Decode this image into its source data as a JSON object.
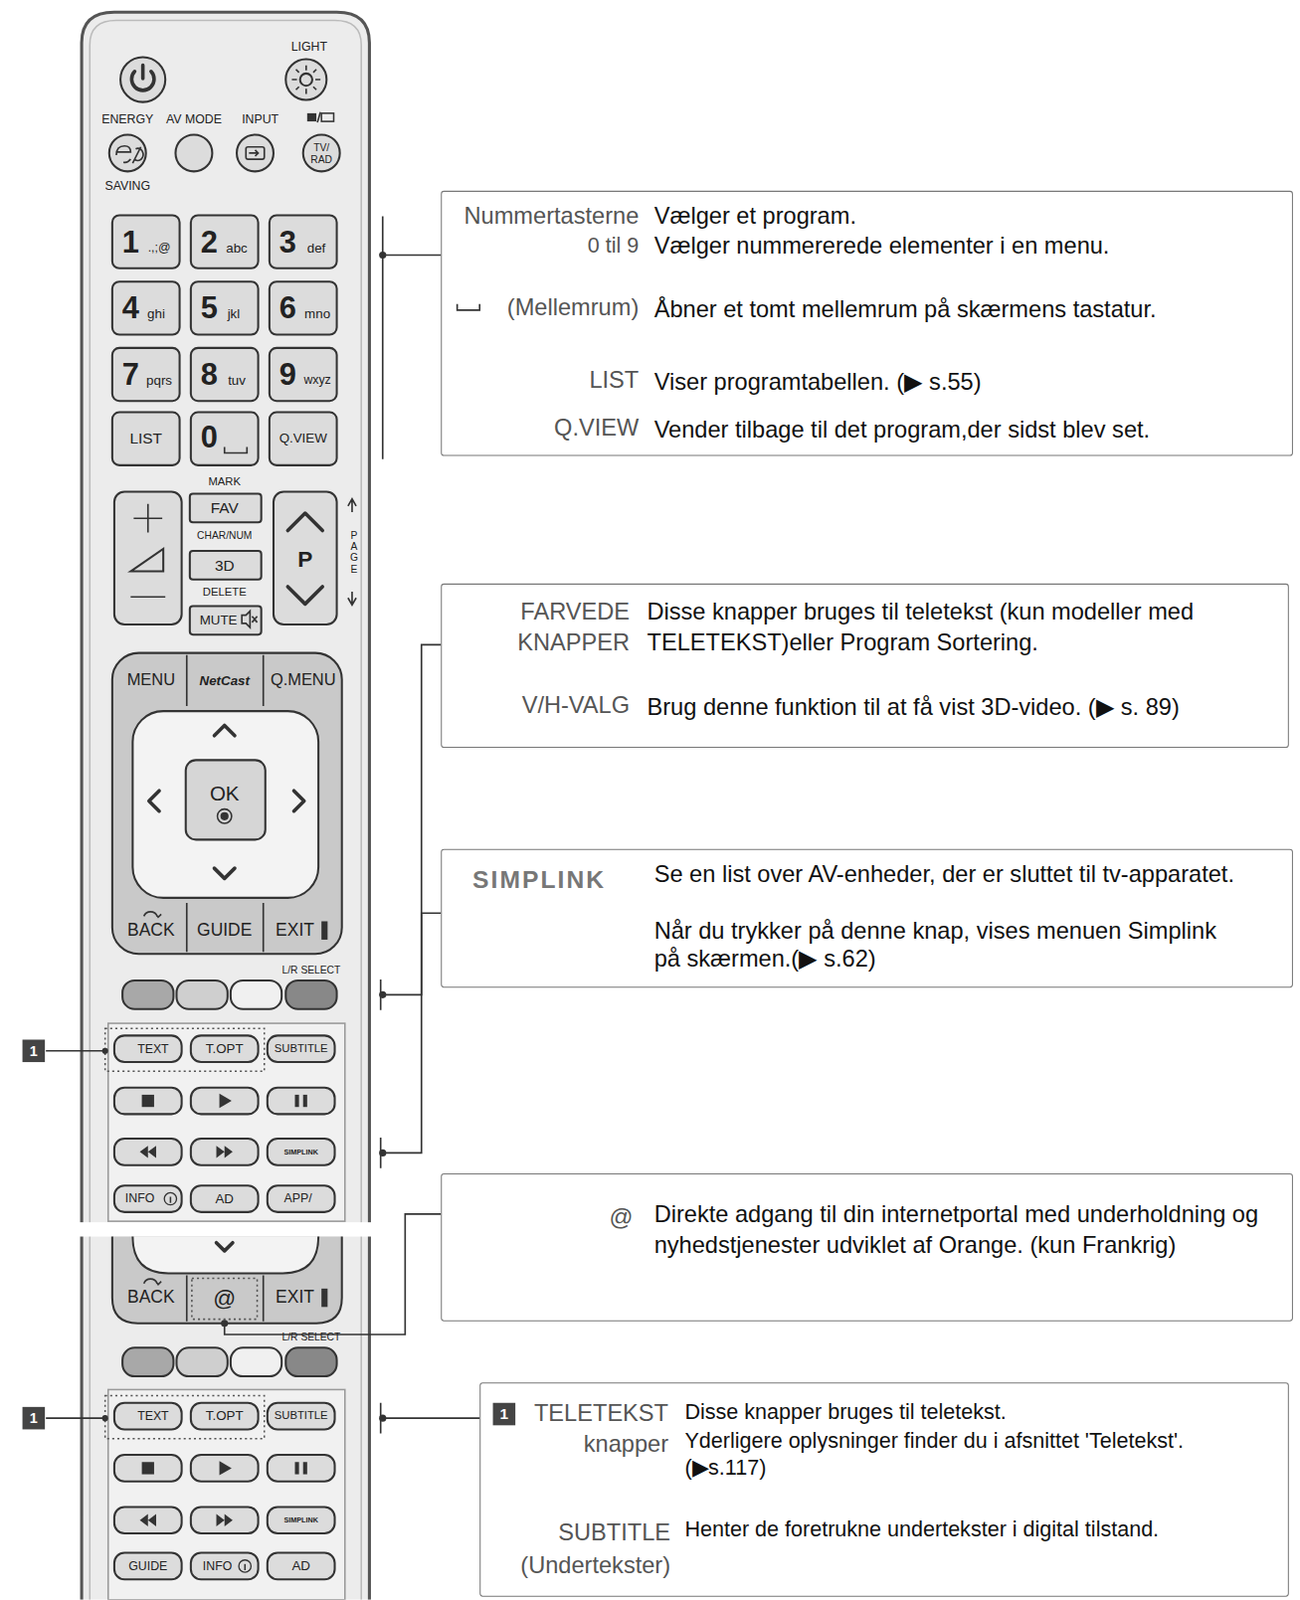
{
  "diagram": {
    "nodes": [
      {
        "text": [
          "Nummertasterne",
          "0 til 9",
          "Vælger et program.",
          "Vælger nummererede elementer i en menu.",
          "(Mellemrum)",
          "Åbner et tomt mellemrum på skærmens tastatur.",
          "LIST",
          "Viser programtabellen. (▶ s.55)",
          "Q.VIEW",
          "Vender tilbage til det program,der sidst blev set."
        ]
      },
      {
        "text": [
          "FARVEDE KNAPPER",
          "Disse knapper bruges til teletekst (kun modeller med TELETEKST)eller Program Sortering.",
          "V/H-VALG",
          "Brug denne funktion til at få vist 3D-video. (▶ s. 89)"
        ]
      },
      {
        "text": [
          "SIMPLINK",
          "Se en list over AV-enheder, der er sluttet til tv-apparatet.",
          "Når du trykker på denne knap, vises menuen Simplink på skærmen.(▶ s.62)"
        ]
      },
      {
        "text": [
          "@",
          "Direkte adgang til din internetportal med underholdning og nyhedstjenester udviklet af Orange. (kun Frankrig)"
        ]
      },
      {
        "text": [
          "1",
          "TELETEKST knapper",
          "Disse knapper bruges til teletekst.",
          "Yderligere oplysninger finder du i afsnittet 'Teletekst'.(▶s.117)",
          "SUBTITLE (Undertekster)",
          "Henter de foretrukne undertekster i digital tilstand."
        ]
      }
    ],
    "labels": [
      "LIGHT",
      "ENERGY",
      "AV MODE",
      "INPUT",
      "TV/ RAD",
      "SAVING",
      "1",
      ".,;@",
      "2",
      "abc",
      "3",
      "def",
      "4",
      "ghi",
      "5",
      "jkl",
      "6",
      "mno",
      "7",
      "pqrs",
      "8",
      "tuv",
      "9",
      "wxyz",
      "LIST",
      "0",
      "Q.VIEW",
      "MARK",
      "FAV",
      "CHAR/NUM",
      "3D",
      "DELETE",
      "MUTE",
      "P",
      "PAGE",
      "MENU",
      "NetCast",
      "Q.MENU",
      "OK",
      "BACK",
      "GUIDE",
      "EXIT",
      "L/R SELECT",
      "TEXT",
      "T.OPT",
      "SUBTITLE",
      "SIMPLINK",
      "INFO",
      "AD",
      "APP/",
      "BACK",
      "@",
      "EXIT",
      "L/R SELECT",
      "TEXT",
      "T.OPT",
      "SUBTITLE",
      "SIMPLINK",
      "GUIDE",
      "INFO",
      "AD",
      "1",
      "1"
    ]
  }
}
